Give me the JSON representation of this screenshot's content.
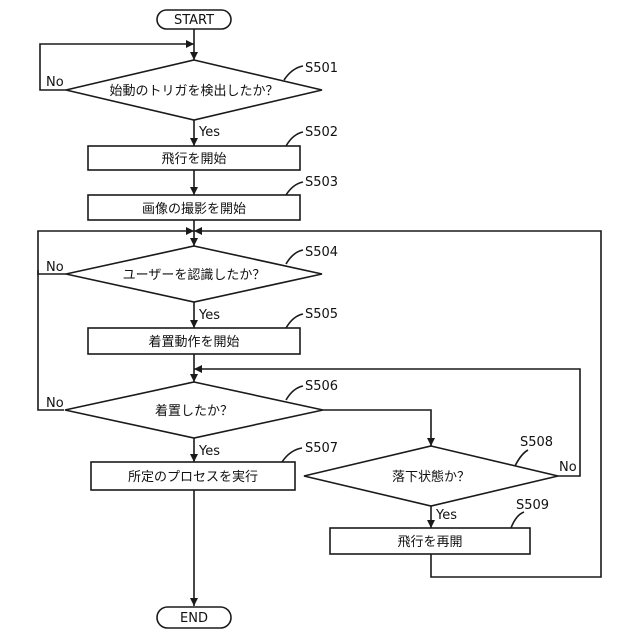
{
  "flowchart": {
    "start": "START",
    "end": "END",
    "steps": {
      "s501": {
        "id": "S501",
        "text": "始動のトリガを検出したか？"
      },
      "s502": {
        "id": "S502",
        "text": "飛行を開始"
      },
      "s503": {
        "id": "S503",
        "text": "画像の撮影を開始"
      },
      "s504": {
        "id": "S504",
        "text": "ユーザーを認識したか？"
      },
      "s505": {
        "id": "S505",
        "text": "着置動作を開始"
      },
      "s506": {
        "id": "S506",
        "text": "着置したか？"
      },
      "s507": {
        "id": "S507",
        "text": "所定のプロセスを実行"
      },
      "s508": {
        "id": "S508",
        "text": "落下状態か？"
      },
      "s509": {
        "id": "S509",
        "text": "飛行を再開"
      }
    },
    "labels": {
      "yes": "Yes",
      "no": "No"
    }
  }
}
